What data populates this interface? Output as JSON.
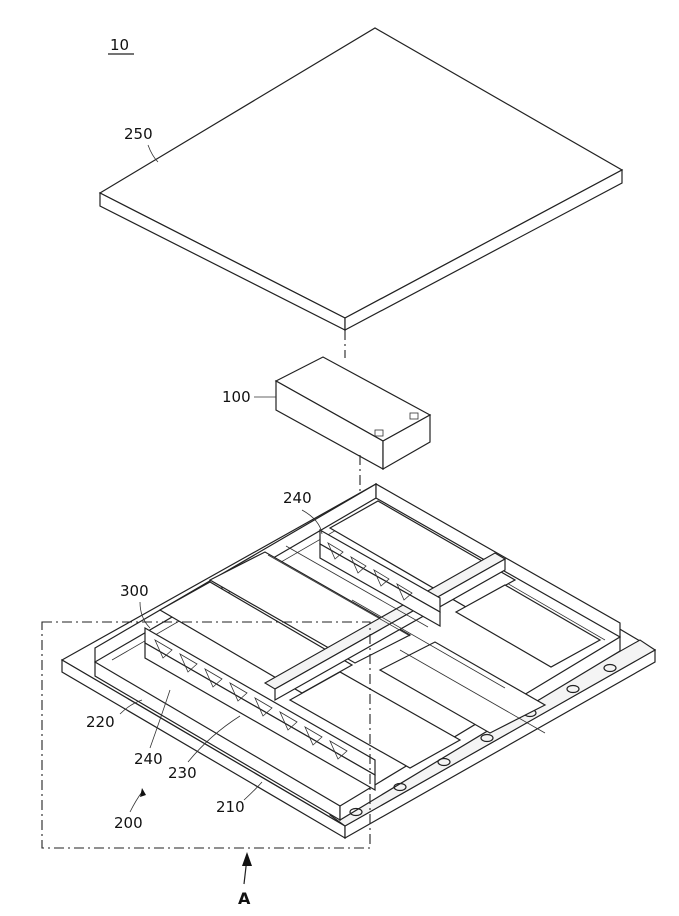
{
  "figure": {
    "reference": "10",
    "labels": {
      "cover": "250",
      "module": "100",
      "partition_top": "240",
      "partition_left": "240",
      "support": "300",
      "side_wall": "220",
      "divider": "230",
      "base_plate": "210",
      "tray": "200",
      "view_arrow": "A"
    }
  }
}
